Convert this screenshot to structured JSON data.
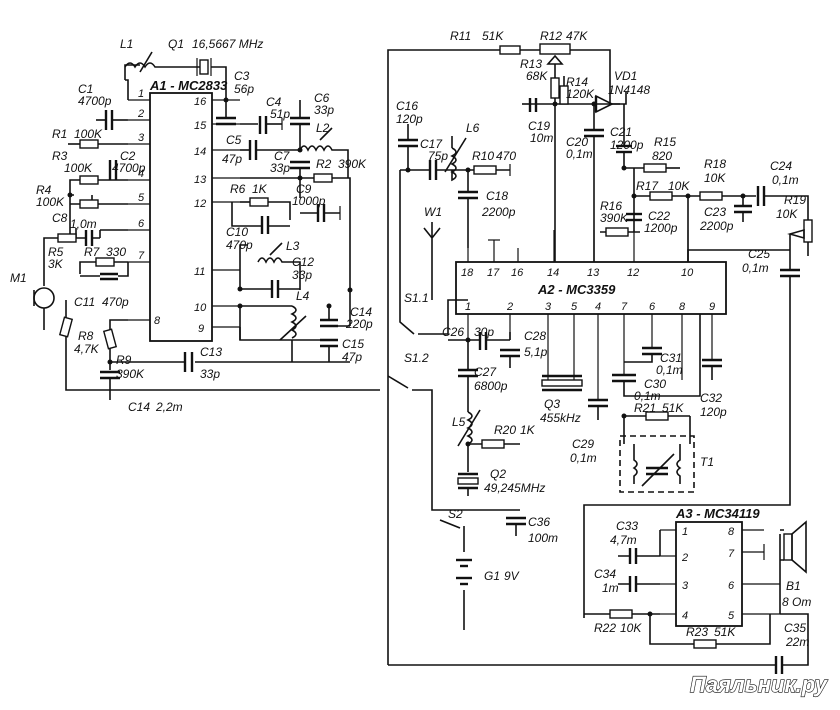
{
  "chips": {
    "a1": {
      "name": "A1 - MC2833",
      "pins_left": [
        "1",
        "2",
        "3",
        "4",
        "5",
        "6",
        "7",
        "8"
      ],
      "pins_right": [
        "16",
        "15",
        "14",
        "13",
        "12",
        "11",
        "10",
        "9"
      ]
    },
    "a2": {
      "name": "A2 - MC3359",
      "pins_top": [
        "18",
        "17",
        "16",
        "14",
        "13",
        "12",
        "10"
      ],
      "pins_bottom": [
        "1",
        "2",
        "3",
        "5",
        "4",
        "7",
        "6",
        "8",
        "9"
      ]
    },
    "a3": {
      "name": "A3 - MC34119",
      "pins_left": [
        "1",
        "2",
        "3",
        "4"
      ],
      "pins_right": [
        "8",
        "7",
        "6",
        "5"
      ]
    }
  },
  "components": [
    {
      "ref": "L1",
      "value": ""
    },
    {
      "ref": "Q1",
      "value": "16,5667 MHz"
    },
    {
      "ref": "C1",
      "value": "4700p"
    },
    {
      "ref": "R1",
      "value": "100K"
    },
    {
      "ref": "R3",
      "value": "100K"
    },
    {
      "ref": "C2",
      "value": "4700p"
    },
    {
      "ref": "R4",
      "value": "100K"
    },
    {
      "ref": "C8",
      "value": "1,0m"
    },
    {
      "ref": "R5",
      "value": "3K"
    },
    {
      "ref": "R7",
      "value": "330"
    },
    {
      "ref": "C11",
      "value": "470p"
    },
    {
      "ref": "M1",
      "value": ""
    },
    {
      "ref": "R8",
      "value": "4,7K"
    },
    {
      "ref": "R9",
      "value": "390K"
    },
    {
      "ref": "C14",
      "value": "2,2m"
    },
    {
      "ref": "C3",
      "value": "56p"
    },
    {
      "ref": "C4",
      "value": "51p"
    },
    {
      "ref": "C6",
      "value": "33p"
    },
    {
      "ref": "L2",
      "value": ""
    },
    {
      "ref": "C5",
      "value": "47p"
    },
    {
      "ref": "C7",
      "value": "33p"
    },
    {
      "ref": "R2",
      "value": "390K"
    },
    {
      "ref": "R6",
      "value": "1K"
    },
    {
      "ref": "C9",
      "value": "1000p"
    },
    {
      "ref": "C10",
      "value": "470p"
    },
    {
      "ref": "L3",
      "value": ""
    },
    {
      "ref": "C12",
      "value": "33p"
    },
    {
      "ref": "L4",
      "value": ""
    },
    {
      "ref": "C14",
      "value": "220p"
    },
    {
      "ref": "C15",
      "value": "47p"
    },
    {
      "ref": "C13",
      "value": "33p"
    },
    {
      "ref": "R11",
      "value": "51K"
    },
    {
      "ref": "R12",
      "value": "47K"
    },
    {
      "ref": "R13",
      "value": "68K"
    },
    {
      "ref": "R14",
      "value": "120K"
    },
    {
      "ref": "VD1",
      "value": "1N4148"
    },
    {
      "ref": "C16",
      "value": "120p"
    },
    {
      "ref": "C17",
      "value": "75p"
    },
    {
      "ref": "L6",
      "value": ""
    },
    {
      "ref": "R10",
      "value": "470"
    },
    {
      "ref": "C19",
      "value": "10m"
    },
    {
      "ref": "C20",
      "value": "0,1m"
    },
    {
      "ref": "C21",
      "value": "1200p"
    },
    {
      "ref": "R15",
      "value": "820"
    },
    {
      "ref": "R18",
      "value": "10K"
    },
    {
      "ref": "C24",
      "value": "0,1m"
    },
    {
      "ref": "R17",
      "value": "10K"
    },
    {
      "ref": "R19",
      "value": "10K"
    },
    {
      "ref": "C18",
      "value": "2200p"
    },
    {
      "ref": "R16",
      "value": "390K"
    },
    {
      "ref": "C22",
      "value": "1200p"
    },
    {
      "ref": "C23",
      "value": "2200p"
    },
    {
      "ref": "W1",
      "value": ""
    },
    {
      "ref": "C25",
      "value": "0,1m"
    },
    {
      "ref": "S1.1",
      "value": ""
    },
    {
      "ref": "S1.2",
      "value": ""
    },
    {
      "ref": "C26",
      "value": "30p"
    },
    {
      "ref": "C28",
      "value": "5,1p"
    },
    {
      "ref": "C27",
      "value": "6800p"
    },
    {
      "ref": "Q3",
      "value": "455kHz"
    },
    {
      "ref": "C31",
      "value": "0,1m"
    },
    {
      "ref": "C30",
      "value": "0,1m"
    },
    {
      "ref": "C32",
      "value": "120p"
    },
    {
      "ref": "R21",
      "value": "51K"
    },
    {
      "ref": "C29",
      "value": "0,1m"
    },
    {
      "ref": "T1",
      "value": ""
    },
    {
      "ref": "L5",
      "value": ""
    },
    {
      "ref": "R20",
      "value": "1K"
    },
    {
      "ref": "Q2",
      "value": "49,245MHz"
    },
    {
      "ref": "S2",
      "value": ""
    },
    {
      "ref": "C36",
      "value": "100m"
    },
    {
      "ref": "G1",
      "value": "9V"
    },
    {
      "ref": "C33",
      "value": "4,7m"
    },
    {
      "ref": "C34",
      "value": "1m"
    },
    {
      "ref": "R22",
      "value": "10K"
    },
    {
      "ref": "R23",
      "value": "51K"
    },
    {
      "ref": "B1",
      "value": "8 Om"
    },
    {
      "ref": "C35",
      "value": "22m"
    }
  ],
  "watermark": "Паяльник.ру"
}
